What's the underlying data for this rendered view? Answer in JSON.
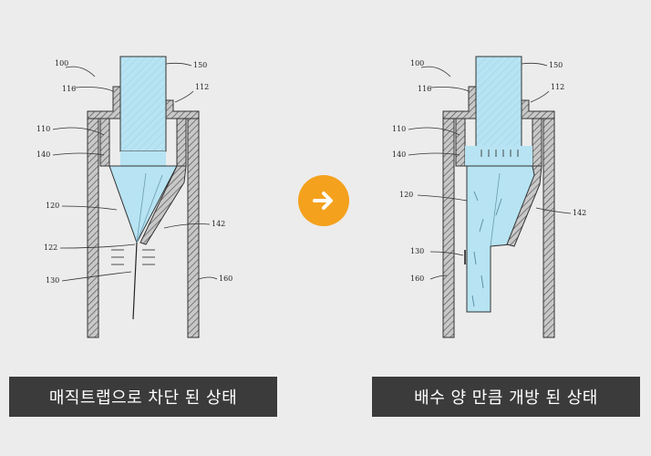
{
  "left_panel": {
    "caption": "매직트랩으로 차단 된 상태",
    "refs": {
      "r100": "100",
      "r116": "116",
      "r150": "150",
      "r112": "112",
      "r110": "110",
      "r140": "140",
      "r120": "120",
      "r142": "142",
      "r122": "122",
      "r130": "130",
      "r160": "160"
    }
  },
  "right_panel": {
    "caption": "배수 양 만큼 개방 된 상태",
    "refs": {
      "r100": "100",
      "r116": "116",
      "r150": "150",
      "r112": "112",
      "r110": "110",
      "r140": "140",
      "r120": "120",
      "r142": "142",
      "r130": "130",
      "r160": "160"
    }
  },
  "transition_icon": "arrow-right-icon",
  "colors": {
    "water": "#b7e3f2",
    "wall_hatch": "#7a7a7a",
    "arrow_badge": "#f4a11d",
    "caption_bg": "#3b3b3b"
  }
}
